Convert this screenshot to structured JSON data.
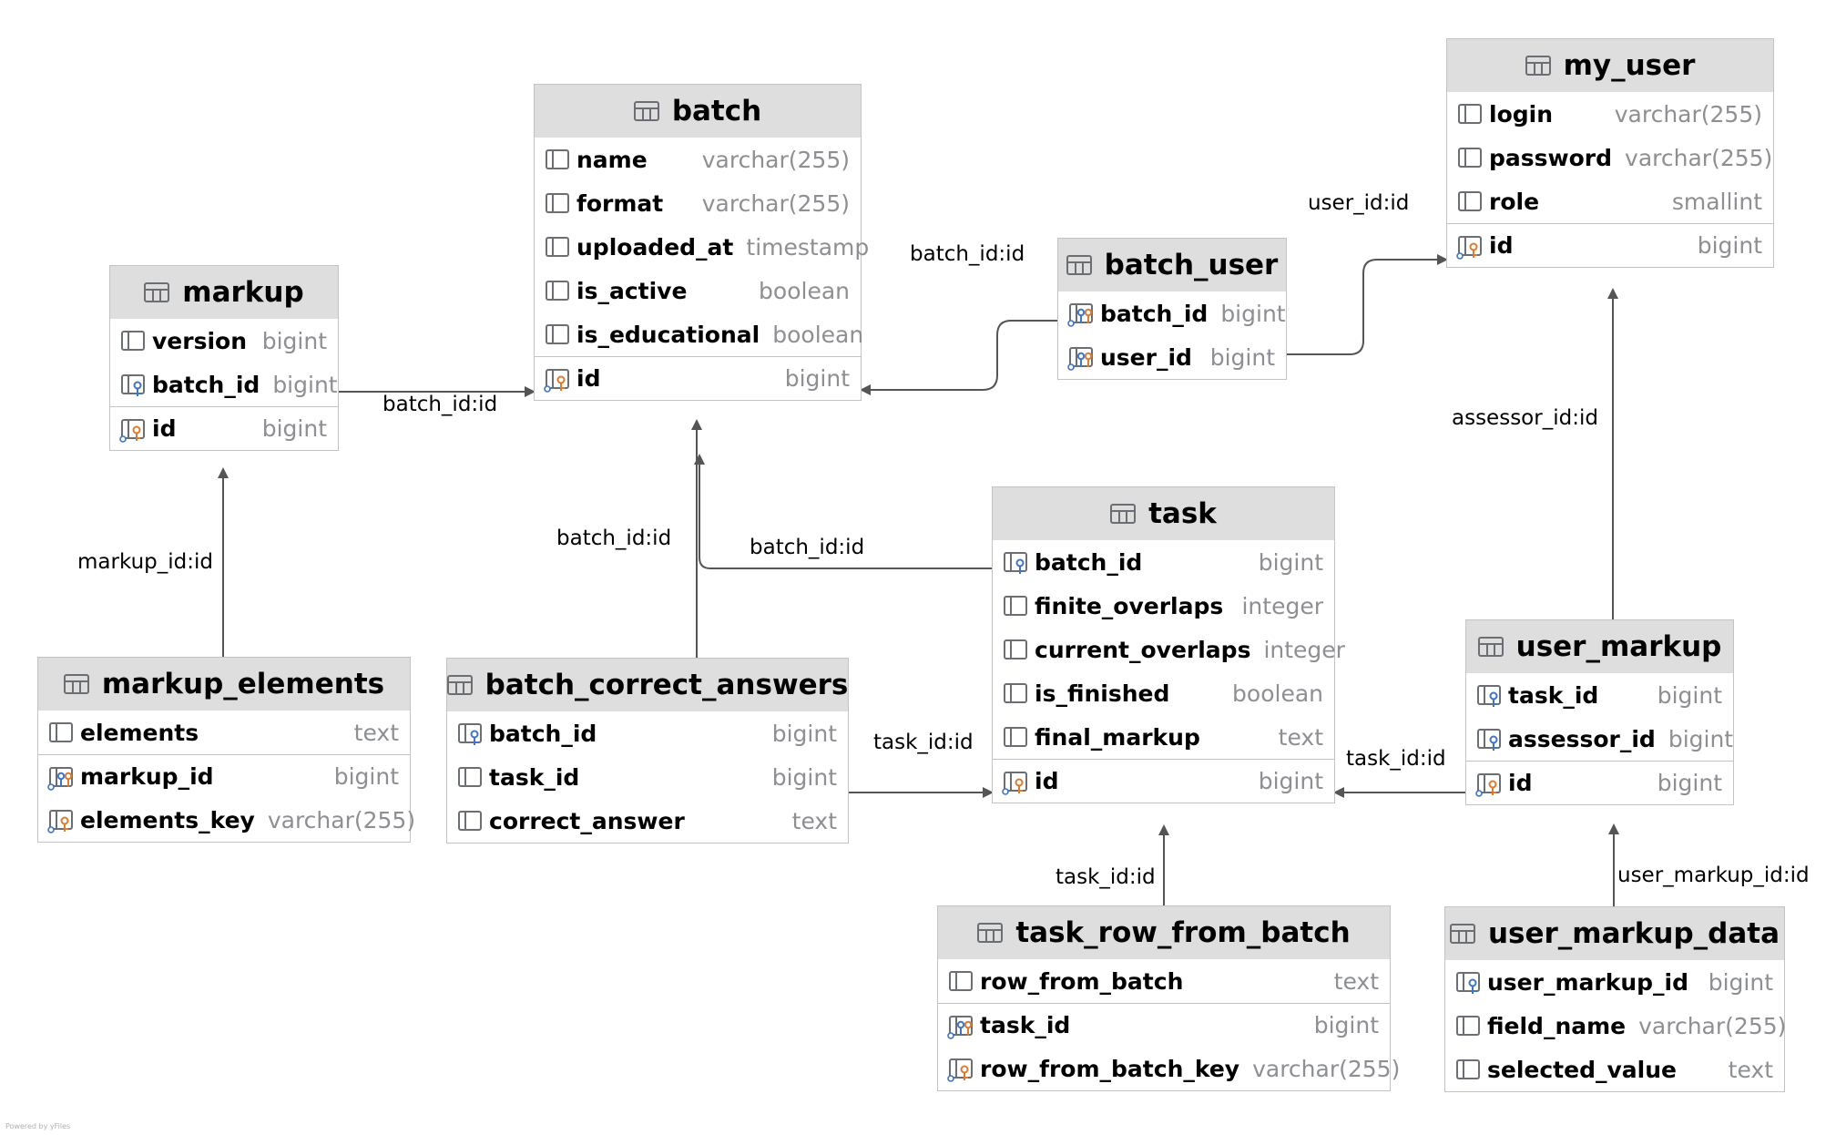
{
  "tables": {
    "batch": {
      "name": "batch",
      "columns": [
        {
          "name": "name",
          "type": "varchar(255)",
          "icon": "column-icon"
        },
        {
          "name": "format",
          "type": "varchar(255)",
          "icon": "column-icon"
        },
        {
          "name": "uploaded_at",
          "type": "timestamp",
          "icon": "column-icon"
        },
        {
          "name": "is_active",
          "type": "boolean",
          "icon": "column-icon"
        },
        {
          "name": "is_educational",
          "type": "boolean",
          "icon": "column-icon"
        },
        {
          "name": "id",
          "type": "bigint",
          "icon": "primary-key-icon"
        }
      ]
    },
    "my_user": {
      "name": "my_user",
      "columns": [
        {
          "name": "login",
          "type": "varchar(255)",
          "icon": "column-icon"
        },
        {
          "name": "password",
          "type": "varchar(255)",
          "icon": "column-icon"
        },
        {
          "name": "role",
          "type": "smallint",
          "icon": "column-icon"
        },
        {
          "name": "id",
          "type": "bigint",
          "icon": "primary-key-icon"
        }
      ]
    },
    "markup": {
      "name": "markup",
      "columns": [
        {
          "name": "version",
          "type": "bigint",
          "icon": "column-icon"
        },
        {
          "name": "batch_id",
          "type": "bigint",
          "icon": "foreign-key-icon"
        },
        {
          "name": "id",
          "type": "bigint",
          "icon": "primary-key-icon"
        }
      ]
    },
    "batch_user": {
      "name": "batch_user",
      "columns": [
        {
          "name": "batch_id",
          "type": "bigint",
          "icon": "primary-foreign-key-icon"
        },
        {
          "name": "user_id",
          "type": "bigint",
          "icon": "primary-foreign-key-icon"
        }
      ]
    },
    "task": {
      "name": "task",
      "columns": [
        {
          "name": "batch_id",
          "type": "bigint",
          "icon": "foreign-key-icon"
        },
        {
          "name": "finite_overlaps",
          "type": "integer",
          "icon": "column-icon"
        },
        {
          "name": "current_overlaps",
          "type": "integer",
          "icon": "column-icon"
        },
        {
          "name": "is_finished",
          "type": "boolean",
          "icon": "column-icon"
        },
        {
          "name": "final_markup",
          "type": "text",
          "icon": "column-icon"
        },
        {
          "name": "id",
          "type": "bigint",
          "icon": "primary-key-icon"
        }
      ]
    },
    "user_markup": {
      "name": "user_markup",
      "columns": [
        {
          "name": "task_id",
          "type": "bigint",
          "icon": "foreign-key-icon"
        },
        {
          "name": "assessor_id",
          "type": "bigint",
          "icon": "foreign-key-icon"
        },
        {
          "name": "id",
          "type": "bigint",
          "icon": "primary-key-icon"
        }
      ]
    },
    "markup_elements": {
      "name": "markup_elements",
      "columns": [
        {
          "name": "elements",
          "type": "text",
          "icon": "column-icon"
        },
        {
          "name": "markup_id",
          "type": "bigint",
          "icon": "primary-foreign-key-icon"
        },
        {
          "name": "elements_key",
          "type": "varchar(255)",
          "icon": "primary-key-icon"
        }
      ]
    },
    "batch_correct_answers": {
      "name": "batch_correct_answers",
      "columns": [
        {
          "name": "batch_id",
          "type": "bigint",
          "icon": "foreign-key-icon"
        },
        {
          "name": "task_id",
          "type": "bigint",
          "icon": "column-icon"
        },
        {
          "name": "correct_answer",
          "type": "text",
          "icon": "column-icon"
        }
      ]
    },
    "task_row_from_batch": {
      "name": "task_row_from_batch",
      "columns": [
        {
          "name": "row_from_batch",
          "type": "text",
          "icon": "column-icon"
        },
        {
          "name": "task_id",
          "type": "bigint",
          "icon": "primary-foreign-key-icon"
        },
        {
          "name": "row_from_batch_key",
          "type": "varchar(255)",
          "icon": "primary-key-icon"
        }
      ]
    },
    "user_markup_data": {
      "name": "user_markup_data",
      "columns": [
        {
          "name": "user_markup_id",
          "type": "bigint",
          "icon": "foreign-key-icon"
        },
        {
          "name": "field_name",
          "type": "varchar(255)",
          "icon": "column-icon"
        },
        {
          "name": "selected_value",
          "type": "text",
          "icon": "column-icon"
        }
      ]
    }
  },
  "relations": [
    {
      "label": "batch_id:id",
      "from": "markup.batch_id",
      "to": "batch.id"
    },
    {
      "label": "batch_id:id",
      "from": "batch_user.batch_id",
      "to": "batch.id"
    },
    {
      "label": "user_id:id",
      "from": "batch_user.user_id",
      "to": "my_user.id"
    },
    {
      "label": "markup_id:id",
      "from": "markup_elements.markup_id",
      "to": "markup.id"
    },
    {
      "label": "batch_id:id",
      "from": "batch_correct_answers.batch_id",
      "to": "batch.id"
    },
    {
      "label": "batch_id:id",
      "from": "task.batch_id",
      "to": "batch.id"
    },
    {
      "label": "task_id:id",
      "from": "batch_correct_answers.task_id",
      "to": "task.id"
    },
    {
      "label": "task_id:id",
      "from": "user_markup.task_id",
      "to": "task.id"
    },
    {
      "label": "assessor_id:id",
      "from": "user_markup.assessor_id",
      "to": "my_user.id"
    },
    {
      "label": "task_id:id",
      "from": "task_row_from_batch.task_id",
      "to": "task.id"
    },
    {
      "label": "user_markup_id:id",
      "from": "user_markup_data.user_markup_id",
      "to": "user_markup.id"
    }
  ],
  "footer": {
    "text": "Powered by yFiles"
  }
}
